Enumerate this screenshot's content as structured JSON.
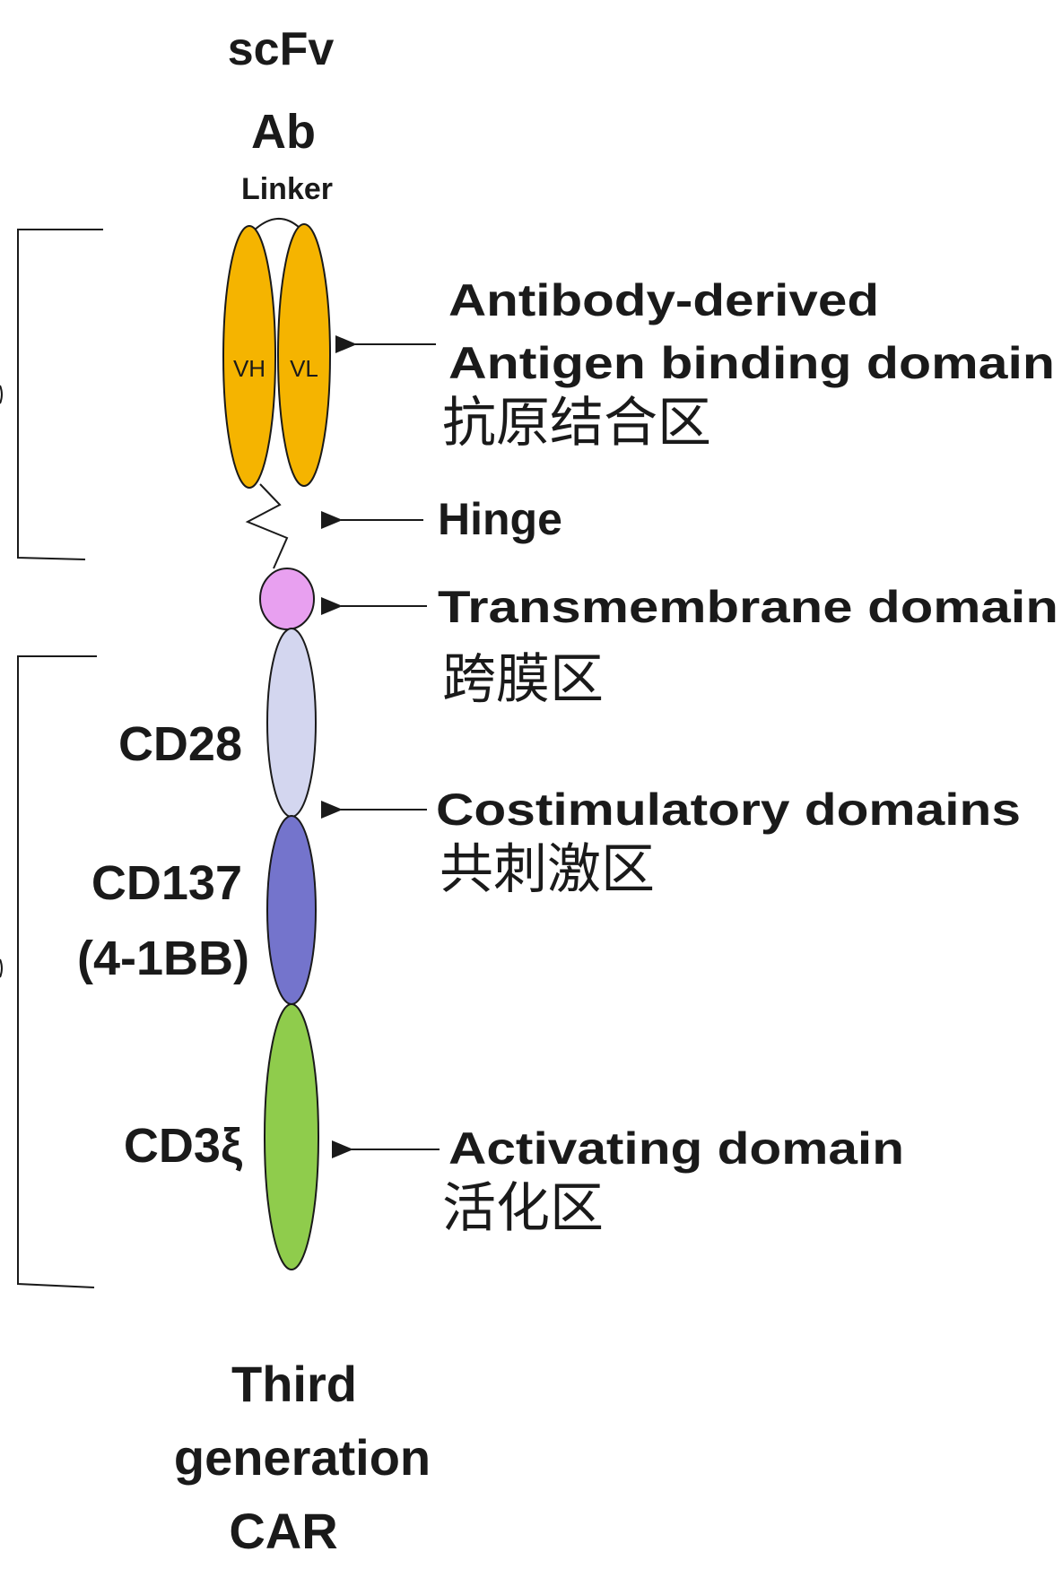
{
  "top": {
    "scfv": "scFv",
    "ab": "Ab",
    "linker": "Linker"
  },
  "domains": {
    "vh": "VH",
    "vl": "VL"
  },
  "left_labels": {
    "cd28": "CD28",
    "cd137_line1": "CD137",
    "cd137_line2": "(4-1BB)",
    "cd3z": "CD3ξ"
  },
  "annotations": {
    "antigen_line1": "Antibody-derived",
    "antigen_line2": "Antigen  binding  domain",
    "antigen_cn": "抗原结合区",
    "hinge": "Hinge",
    "tm": "Transmembrane  domain",
    "tm_cn": "跨膜区",
    "costim": "Costimulatory  domains",
    "costim_cn": "共刺激区",
    "activating": "Activating domain",
    "activating_cn": "活化区"
  },
  "bottom": {
    "line1": "Third",
    "line2": "generation",
    "line3": "CAR"
  },
  "colors": {
    "scfv": "#f5b400",
    "transmembrane": "#e8a0f0",
    "cd28": "#d3d6ef",
    "cd137": "#7474cc",
    "cd3z": "#8fcc4c"
  }
}
